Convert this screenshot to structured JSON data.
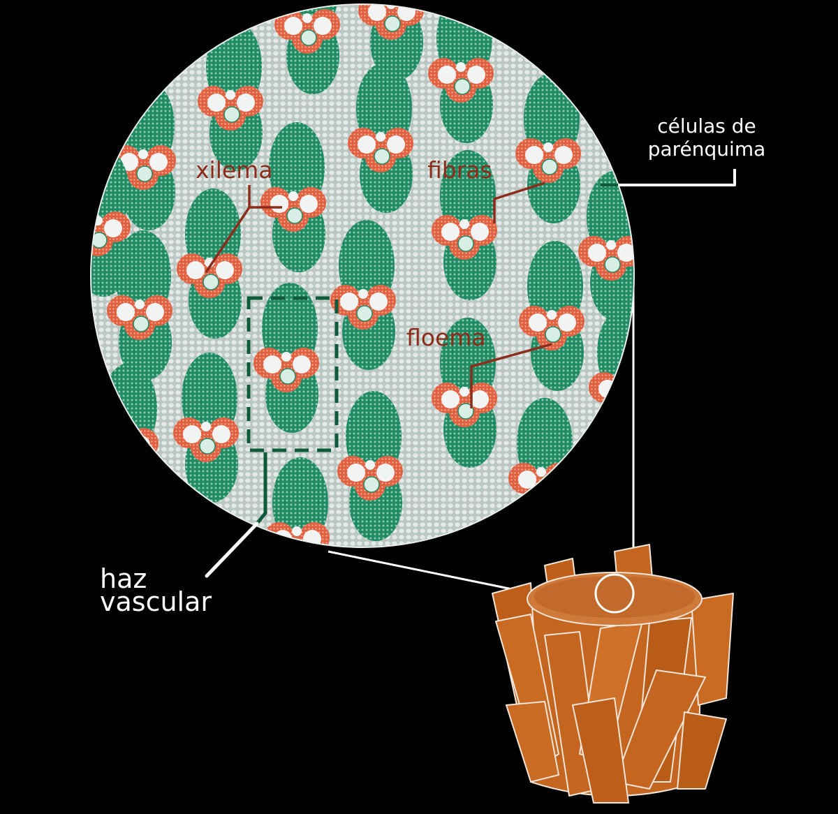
{
  "labels": {
    "xylem": "xilema",
    "fibers": "fibras",
    "phloem": "floema",
    "parenchyma_line1": "células de",
    "parenchyma_line2": "parénquima",
    "bundle_line1": "haz",
    "bundle_line2": "vascular"
  },
  "colors": {
    "background": "#000000",
    "parenchyma": "#c9d3cf",
    "fibers_green": "#1f8a63",
    "xylem_red": "#e0603f",
    "label_red": "#8c2d1c",
    "stem_orange": "#c4661f",
    "leader_green": "#0f5a3a"
  }
}
